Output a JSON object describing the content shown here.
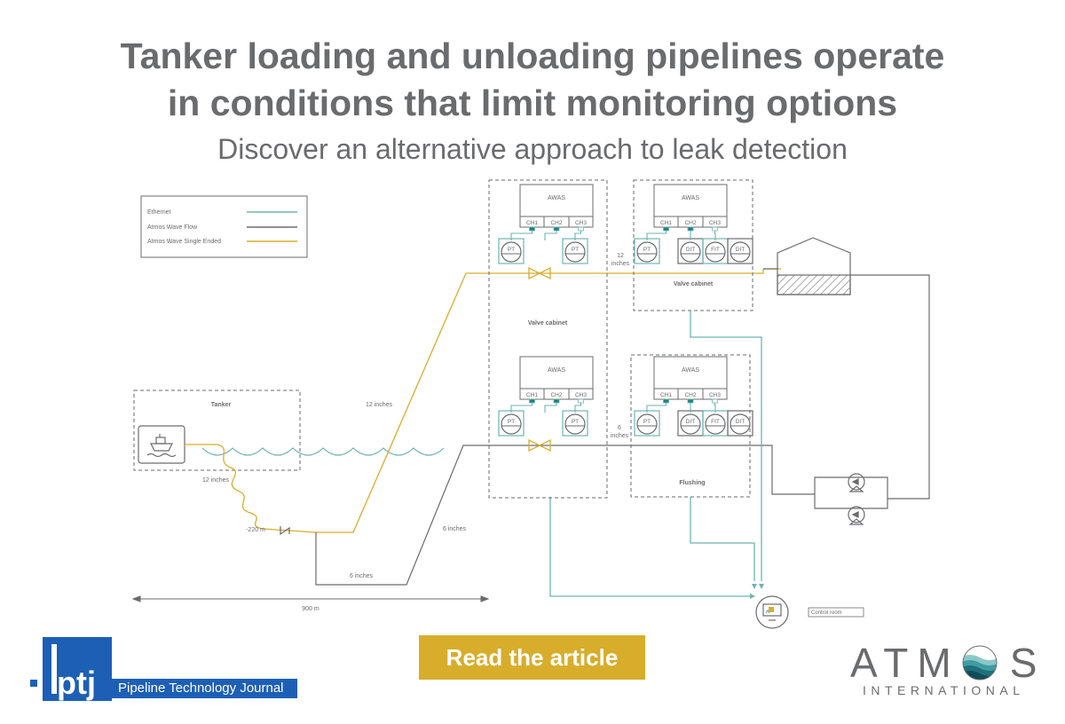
{
  "header": {
    "title_line1": "Tanker loading and unloading pipelines operate",
    "title_line2": "in conditions that limit monitoring options",
    "subtitle": "Discover an alternative approach to leak detection"
  },
  "legend": {
    "items": [
      {
        "label": "Ethernet",
        "color": "#6fb3b3"
      },
      {
        "label": "Atmos Wave Flow",
        "color": "#6a6b6d"
      },
      {
        "label": "Atmos Wave Single Ended",
        "color": "#d8ad2b"
      }
    ]
  },
  "diagram": {
    "tanker_label": "Tanker",
    "valve_cabinet_label": "Valve cabinet",
    "flushing_label": "Flushing",
    "awas_label": "AWAS",
    "channels": [
      "CH1",
      "CH2",
      "CH3"
    ],
    "pt_label": "PT",
    "dit_label": "DIT",
    "fit_label": "FIT",
    "pipe_12_inches": "12 inches",
    "pipe_6_inches": "6 inches",
    "pipe_12_line1": "12",
    "pipe_12_line2": "inches",
    "pipe_6_line1": "6",
    "pipe_6_line2": "inches",
    "depth_label": "-220 m",
    "distance_label": "900 m",
    "control_room_label": "Control room"
  },
  "cta": {
    "label": "Read the article"
  },
  "ptj": {
    "logo_text": "ptj",
    "caption": "Pipeline Technology Journal"
  },
  "atmos": {
    "wordmark_left": "ATM",
    "wordmark_right": "S",
    "tagline": "INTERNATIONAL"
  },
  "colors": {
    "ethernet": "#6fb3b3",
    "flow": "#6a6b6d",
    "single_ended": "#d8ad2b",
    "ptj_blue": "#1d5fb5",
    "cta": "#d8ad2b",
    "text": "#6a6b6d"
  }
}
